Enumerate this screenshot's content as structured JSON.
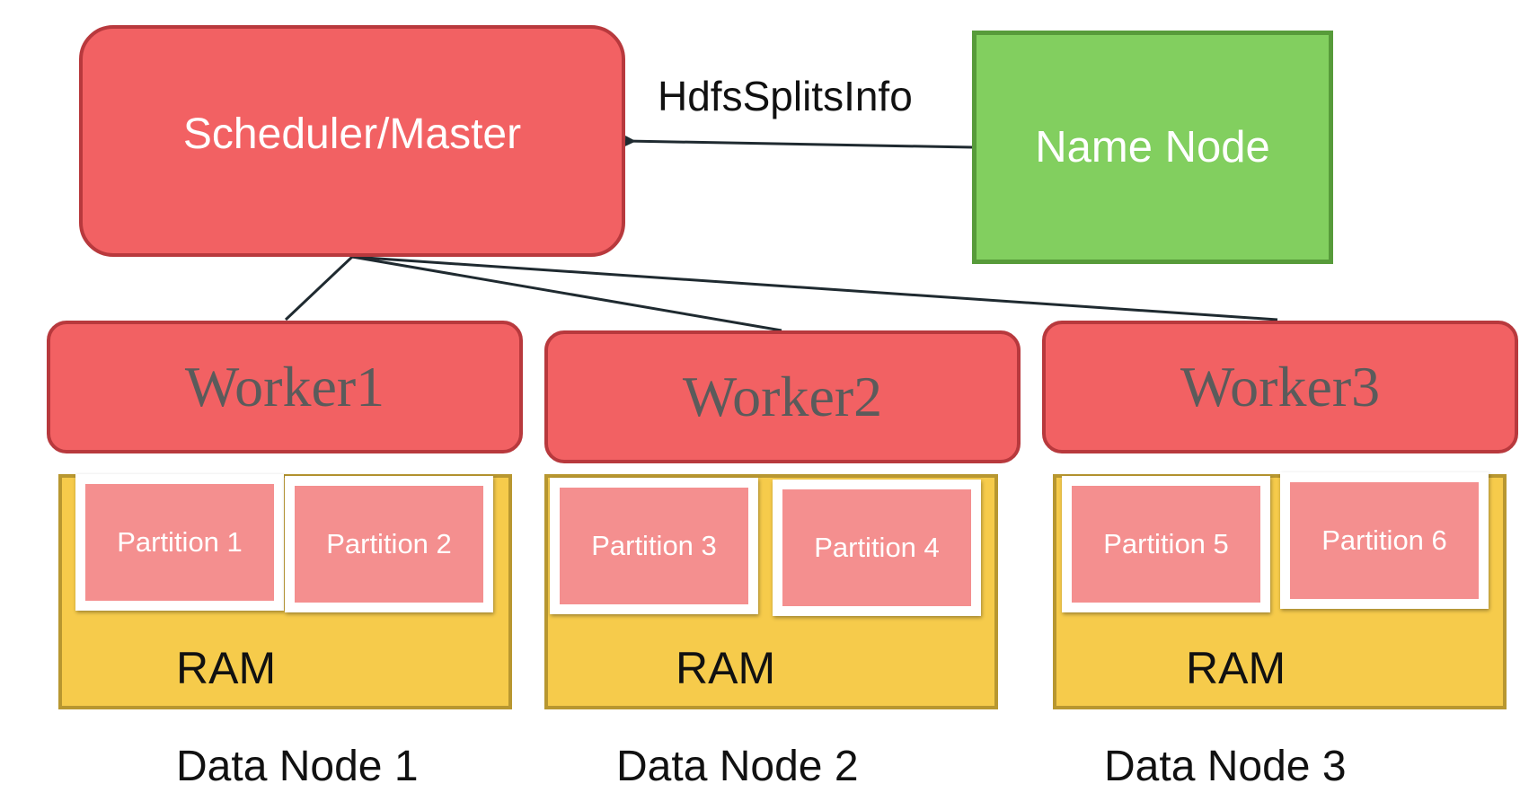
{
  "scheduler": {
    "label": "Scheduler/Master"
  },
  "name_node": {
    "label": "Name Node"
  },
  "edge": {
    "label": "HdfsSplitsInfo"
  },
  "nodes": [
    {
      "worker": "Worker1",
      "partitions": [
        "Partition 1",
        "Partition 2"
      ],
      "ram": "RAM",
      "label": "Data Node 1"
    },
    {
      "worker": "Worker2",
      "partitions": [
        "Partition 3",
        "Partition 4"
      ],
      "ram": "RAM",
      "label": "Data Node 2"
    },
    {
      "worker": "Worker3",
      "partitions": [
        "Partition 5",
        "Partition 6"
      ],
      "ram": "RAM",
      "label": "Data Node 3"
    }
  ],
  "colors": {
    "master_fill": "#f26163",
    "master_border": "#b8393d",
    "name_node_fill": "#82cf5f",
    "name_node_border": "#579b3a",
    "ram_fill": "#f6cb4b",
    "partition_fill": "#f48f8f",
    "worker_text": "#5b5b5b",
    "connector": "#1f2a30"
  }
}
